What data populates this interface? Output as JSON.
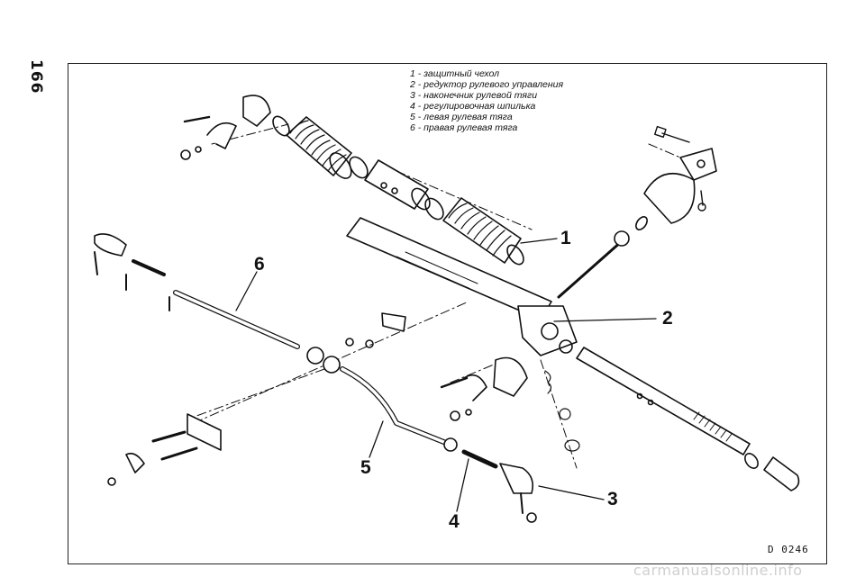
{
  "page_number": "166",
  "legend": [
    "1 - защитный чехол",
    "2 - редуктор рулевого управления",
    "3 - наконечник рулевой тяги",
    "4 - регулировочная шпилька",
    "5 - левая рулевая тяга",
    "6 - правая рулевая тяга"
  ],
  "callouts": {
    "c1": "1",
    "c2": "2",
    "c3": "3",
    "c4": "4",
    "c5": "5",
    "c6": "6"
  },
  "drawing_code": "D 0246",
  "watermark": "carmanualsonline.info",
  "colors": {
    "line": "#111111",
    "paper": "#ffffff"
  }
}
